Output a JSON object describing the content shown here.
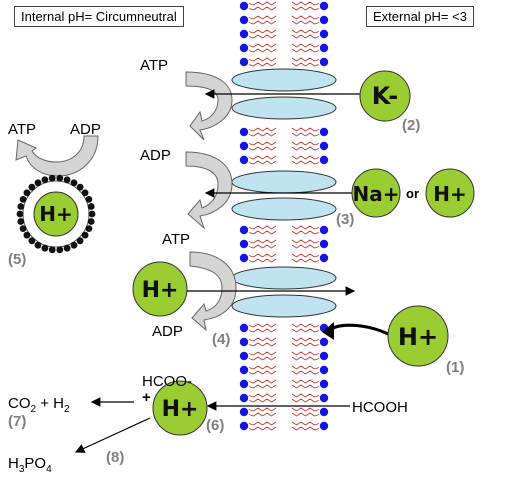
{
  "headers": {
    "internal": "Internal pH= Circumneutral",
    "external": "External pH= <3"
  },
  "colors": {
    "ion_fill": "#9acd32",
    "channel_fill": "#bfe3f0",
    "lipid_head": "#1515e0",
    "lipid_tail": "#c0392b",
    "arrow_gray": "#c8c8c8",
    "number_gray": "#7f7f7f"
  },
  "ions": {
    "k": "K-",
    "na": "Na+",
    "or_text": "or",
    "h": "H+"
  },
  "labels": {
    "atp": "ATP",
    "adp": "ADP",
    "hcoo": "HCOO-",
    "plus": "+",
    "hcooh": "HCOOH",
    "co2_part": "CO",
    "co2_sub": "2",
    "h2_part": " + H",
    "h2_sub": "2",
    "h3po4_h": "H",
    "h3po4_3": "3",
    "h3po4_po": "PO",
    "h3po4_4": "4"
  },
  "numbers": {
    "n1": "(1)",
    "n2": "(2)",
    "n3": "(3)",
    "n4": "(4)",
    "n5": "(5)",
    "n6": "(6)",
    "n7": "(7)",
    "n8": "(8)"
  }
}
